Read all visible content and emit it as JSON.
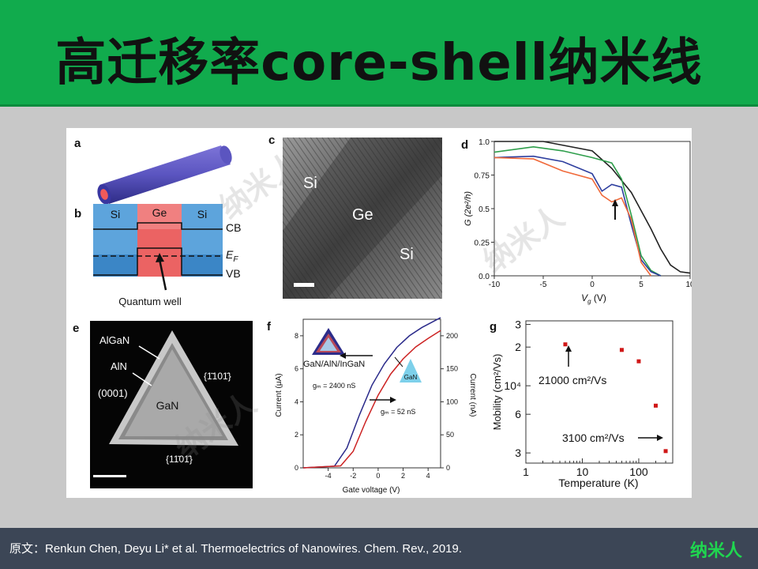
{
  "header": {
    "title": "高迁移率core-shell纳米线"
  },
  "footer": {
    "citation": "原文：Renkun Chen, Deyu Li* et al. Thermoelectrics of Nanowires. Chem. Rev., 2019.",
    "logo": "纳米人"
  },
  "watermark": "纳米人",
  "colors": {
    "header_bg": "#11ab4d",
    "footer_bg": "#3c4656",
    "logo": "#1fd64f",
    "band_red": "#f08080",
    "band_blue": "#5da4dc"
  },
  "panels": {
    "a": {
      "letter": "a"
    },
    "b": {
      "letter": "b",
      "si_left": "Si",
      "ge": "Ge",
      "si_right": "Si",
      "cb": "CB",
      "ef": "E",
      "ef_sub": "F",
      "vb": "VB",
      "caption": "Quantum well"
    },
    "c": {
      "letter": "c",
      "si_top": "Si",
      "ge": "Ge",
      "si_bottom": "Si"
    },
    "d": {
      "letter": "d",
      "ylabel": "G (2e²/h)",
      "xlabel": "V",
      "xlabel_sub": "g",
      "xlabel_unit": " (V)"
    },
    "e": {
      "letter": "e",
      "algan": "AlGaN",
      "aln": "AlN",
      "plane": "(0001)",
      "gan": "GaN",
      "facet_right": "{1̄101̄}",
      "facet_bottom": "{11̄01̄}"
    },
    "f": {
      "letter": "f",
      "inset_label": "GaN/AlN/InGaN",
      "gan_label": "GaN",
      "gm1": "gₘ = 2400 nS",
      "gm2": "gₘ = 52 nS",
      "ylabel_left": "Current (μA)",
      "ylabel_right": "Current (nA)",
      "xlabel": "Gate voltage (V)"
    },
    "g": {
      "letter": "g",
      "annot1": "21000 cm²/Vs",
      "annot2": "3100 cm²/Vs",
      "ylabel": "Mobility (cm²/Vs)",
      "xlabel": "Temperature (K)"
    }
  },
  "chart_data": [
    {
      "type": "line",
      "panel": "d",
      "xlabel": "Vg (V)",
      "ylabel": "G (2e²/h)",
      "xlim": [
        -10,
        10
      ],
      "ylim": [
        0,
        1.0
      ],
      "xticks": [
        "-10",
        "-5",
        "0",
        "5",
        "10"
      ],
      "yticks": [
        "0.0",
        "0.25",
        "0.5",
        "0.75",
        "1.0"
      ],
      "series": [
        {
          "color": "#222222",
          "x": [
            -10,
            -5,
            0,
            2,
            4,
            6,
            7,
            8,
            9,
            10
          ],
          "y": [
            1.0,
            1.0,
            0.93,
            0.8,
            0.62,
            0.35,
            0.2,
            0.08,
            0.03,
            0.02
          ]
        },
        {
          "color": "#2e9e4b",
          "x": [
            -10,
            -6,
            -3,
            0,
            2,
            3,
            4,
            5,
            6,
            7
          ],
          "y": [
            0.92,
            0.96,
            0.93,
            0.88,
            0.84,
            0.72,
            0.45,
            0.15,
            0.04,
            0.0
          ]
        },
        {
          "color": "#2d3e9e",
          "x": [
            -10,
            -6,
            -3,
            0,
            1,
            2,
            3,
            4,
            5,
            6,
            7
          ],
          "y": [
            0.88,
            0.89,
            0.85,
            0.76,
            0.63,
            0.68,
            0.66,
            0.38,
            0.12,
            0.03,
            0.0
          ]
        },
        {
          "color": "#f06a3b",
          "x": [
            -10,
            -6,
            -3,
            0,
            1,
            2,
            3,
            4,
            5,
            6
          ],
          "y": [
            0.88,
            0.87,
            0.78,
            0.72,
            0.6,
            0.55,
            0.58,
            0.42,
            0.1,
            0.0
          ]
        }
      ]
    },
    {
      "type": "line",
      "panel": "f",
      "xlabel": "Gate voltage (V)",
      "ylabel": "Current (μA)",
      "y2label": "Current (nA)",
      "xlim": [
        -6,
        5
      ],
      "ylim": [
        0,
        9
      ],
      "y2lim": [
        0,
        225
      ],
      "xticks": [
        "-4",
        "-2",
        "0",
        "2",
        "4"
      ],
      "yticks": [
        "0",
        "2",
        "4",
        "6",
        "8"
      ],
      "y2ticks": [
        "0",
        "50",
        "100",
        "150",
        "200"
      ],
      "series": [
        {
          "color": "#2a2a8a",
          "axis": "left",
          "x": [
            -6,
            -3.5,
            -2.5,
            -1.5,
            -0.5,
            0.5,
            1.5,
            2.5,
            3.5,
            5
          ],
          "y": [
            0,
            0.1,
            1.2,
            3.2,
            5.0,
            6.3,
            7.3,
            8.0,
            8.5,
            9.1
          ]
        },
        {
          "color": "#cc2222",
          "axis": "right",
          "x": [
            -6,
            -3.0,
            -2.0,
            -1.0,
            0.0,
            1.0,
            2.0,
            3.0,
            4.0,
            5
          ],
          "y": [
            0,
            3,
            25,
            70,
            110,
            142,
            165,
            183,
            196,
            208
          ]
        }
      ]
    },
    {
      "type": "scatter",
      "panel": "g",
      "xlabel": "Temperature (K)",
      "ylabel": "Mobility (cm²/Vs)",
      "xscale": "log",
      "yscale": "log",
      "xticks": [
        "1",
        "10",
        "100"
      ],
      "yticks": [
        "3",
        "6",
        "10⁴",
        "2",
        "3"
      ],
      "points": [
        {
          "x": 5,
          "y": 21000
        },
        {
          "x": 50,
          "y": 19000
        },
        {
          "x": 100,
          "y": 15500
        },
        {
          "x": 200,
          "y": 7000
        },
        {
          "x": 300,
          "y": 3100
        }
      ]
    }
  ]
}
